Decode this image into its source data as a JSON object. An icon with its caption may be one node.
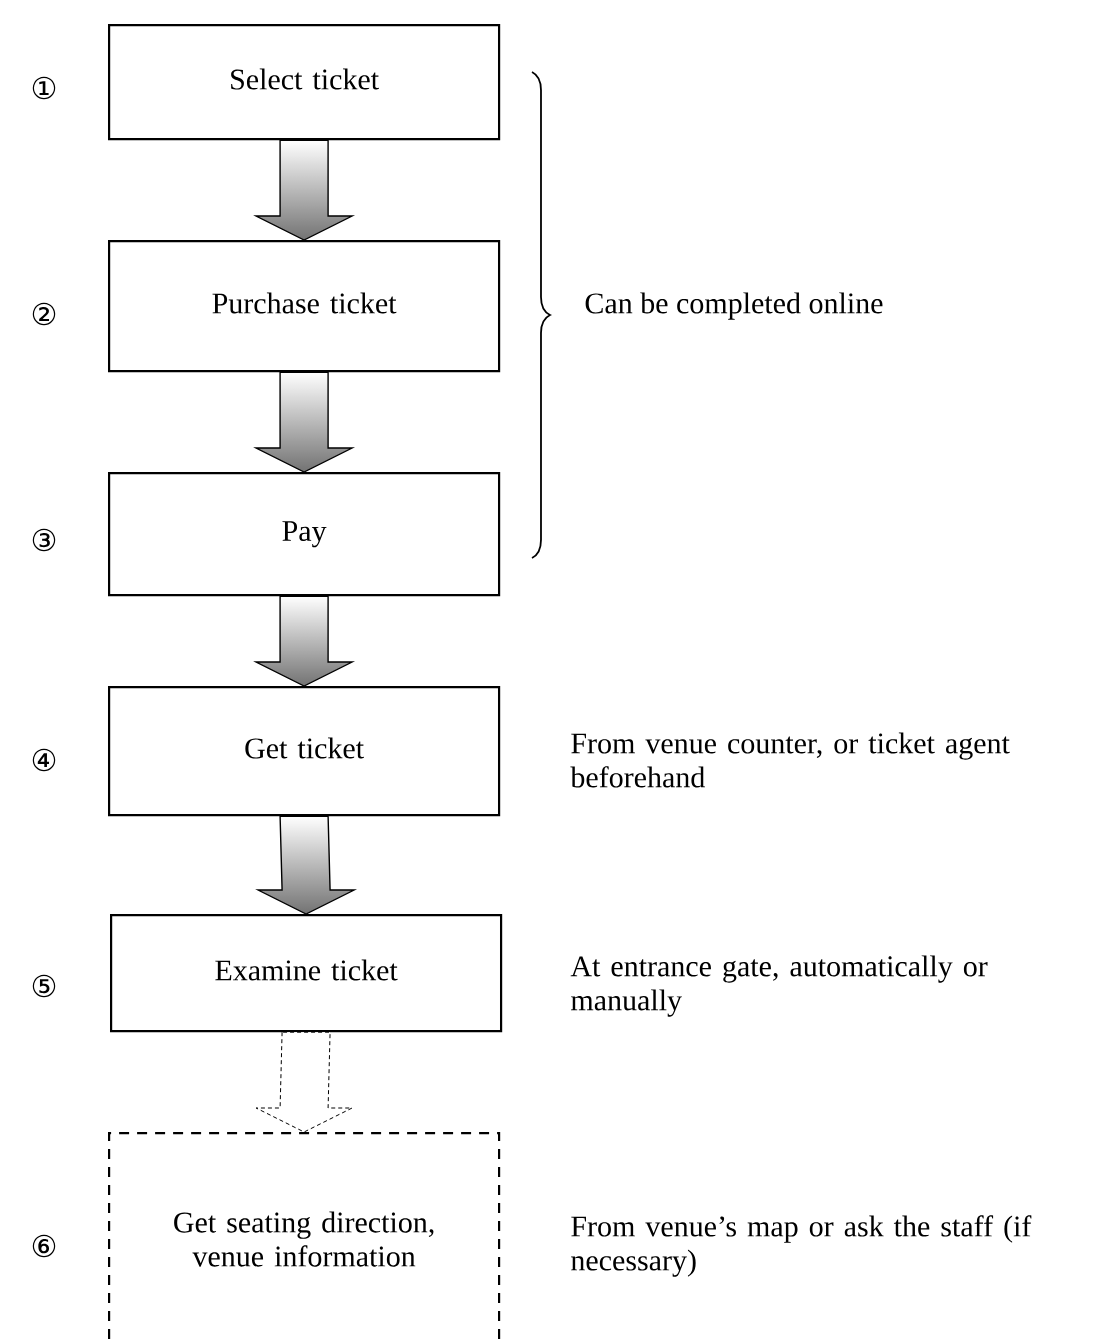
{
  "diagram": {
    "nodes": [
      {
        "text": [
          "Select ticket"
        ],
        "beside": [
          "①"
        ]
      },
      {
        "text": [
          "Purchase ticket"
        ],
        "beside": [
          "②"
        ]
      },
      {
        "text": [
          "Pay"
        ],
        "beside": [
          "③"
        ]
      },
      {
        "text": [
          "Get ticket"
        ],
        "beside": [
          "④",
          "From venue counter, or ticket agent beforehand"
        ]
      },
      {
        "text": [
          "Examine ticket"
        ],
        "beside": [
          "⑤",
          "At entrance gate, automatically or manually"
        ]
      },
      {
        "text": [
          "Get seating direction, venue information"
        ],
        "beside": [
          "⑥",
          "From venue’s map or ask the staff (if necessary)"
        ]
      }
    ],
    "edges": [
      {
        "from": 0,
        "to": 1,
        "arrow": "to"
      },
      {
        "from": 1,
        "to": 2,
        "arrow": "to"
      },
      {
        "from": 2,
        "to": 3,
        "arrow": "to"
      },
      {
        "from": 3,
        "to": 4,
        "arrow": "to"
      },
      {
        "from": 4,
        "to": 5,
        "arrow": "to",
        "style": "dashed"
      }
    ],
    "labels": [
      "Can be completed online"
    ]
  }
}
